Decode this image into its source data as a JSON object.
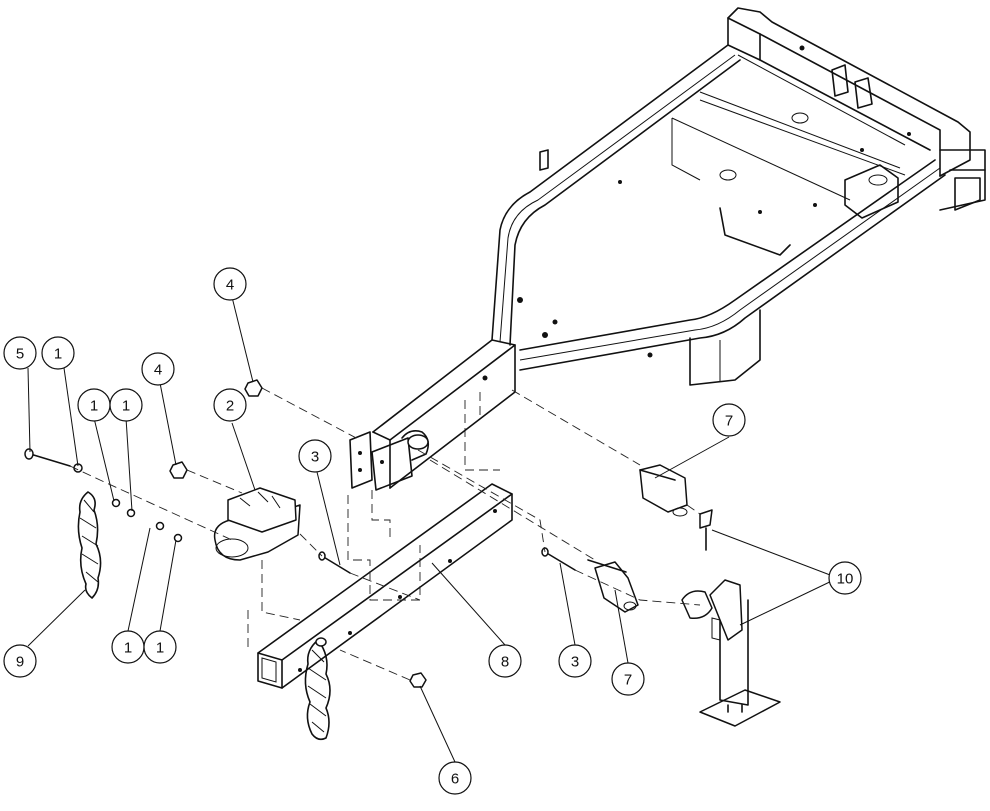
{
  "callouts": [
    {
      "id": "c-5-a",
      "label": "5"
    },
    {
      "id": "c-1-a",
      "label": "1"
    },
    {
      "id": "c-1-b",
      "label": "1"
    },
    {
      "id": "c-1-c",
      "label": "1"
    },
    {
      "id": "c-4-a",
      "label": "4"
    },
    {
      "id": "c-4-b",
      "label": "4"
    },
    {
      "id": "c-2",
      "label": "2"
    },
    {
      "id": "c-3-a",
      "label": "3"
    },
    {
      "id": "c-7-a",
      "label": "7"
    },
    {
      "id": "c-10",
      "label": "10"
    },
    {
      "id": "c-9",
      "label": "9"
    },
    {
      "id": "c-1-d",
      "label": "1"
    },
    {
      "id": "c-1-e",
      "label": "1"
    },
    {
      "id": "c-8",
      "label": "8"
    },
    {
      "id": "c-3-b",
      "label": "3"
    },
    {
      "id": "c-7-b",
      "label": "7"
    },
    {
      "id": "c-6",
      "label": "6"
    }
  ]
}
